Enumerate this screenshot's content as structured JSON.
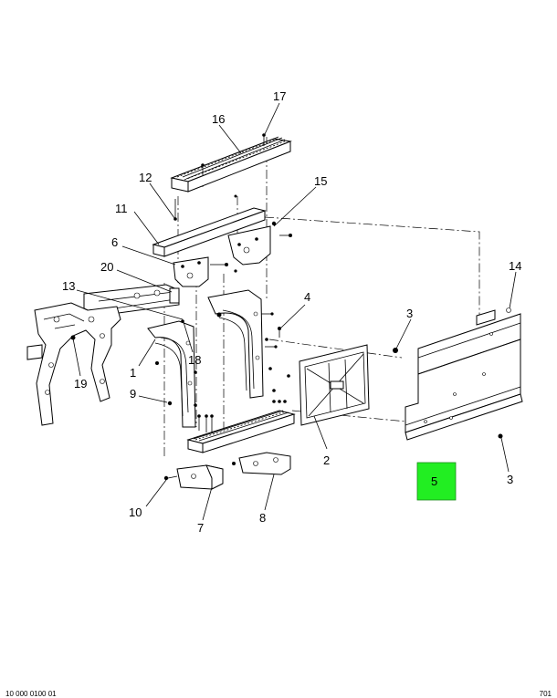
{
  "callouts": {
    "c1": "1",
    "c2": "2",
    "c3a": "3",
    "c3b": "3",
    "c4": "4",
    "c5": "5",
    "c6": "6",
    "c7": "7",
    "c8": "8",
    "c9": "9",
    "c10": "10",
    "c11": "11",
    "c12": "12",
    "c13": "13",
    "c14": "14",
    "c15": "15",
    "c16": "16",
    "c17": "17",
    "c18": "18",
    "c19": "19",
    "c20": "20"
  },
  "highlight": {
    "color": "#22ee22",
    "label_color": "#333333",
    "part": "5"
  },
  "footer": {
    "left": "10 000 0100 01",
    "right": "701"
  }
}
